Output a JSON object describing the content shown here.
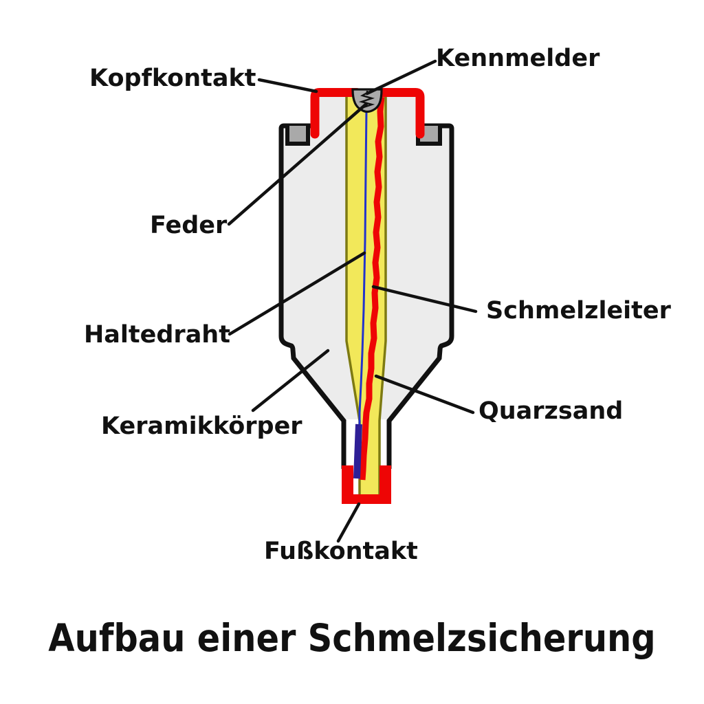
{
  "title": "Aufbau einer Schmelzsicherung",
  "labels": {
    "kennmelder": "Kennmelder",
    "kopfkontakt": "Kopfkontakt",
    "feder": "Feder",
    "haltedraht": "Haltedraht",
    "schmelzleiter": "Schmelzleiter",
    "keramikkoerper": "Keramikkörper",
    "quarzsand": "Quarzsand",
    "fusskontakt": "Fußkontakt"
  },
  "colors": {
    "background": "#ffffff",
    "ceramic_body": "#ececec",
    "notch_gray": "#a9a9a9",
    "indicator_housing_gray": "#ababab",
    "contact_red": "#ee0505",
    "sand_yellow": "#f2e85a",
    "sand_border_olive": "#7d7a12",
    "wire_blue": "#2233cc",
    "wire_navy": "#2e1f96",
    "outline_black": "#111111",
    "text_black": "#111111"
  }
}
